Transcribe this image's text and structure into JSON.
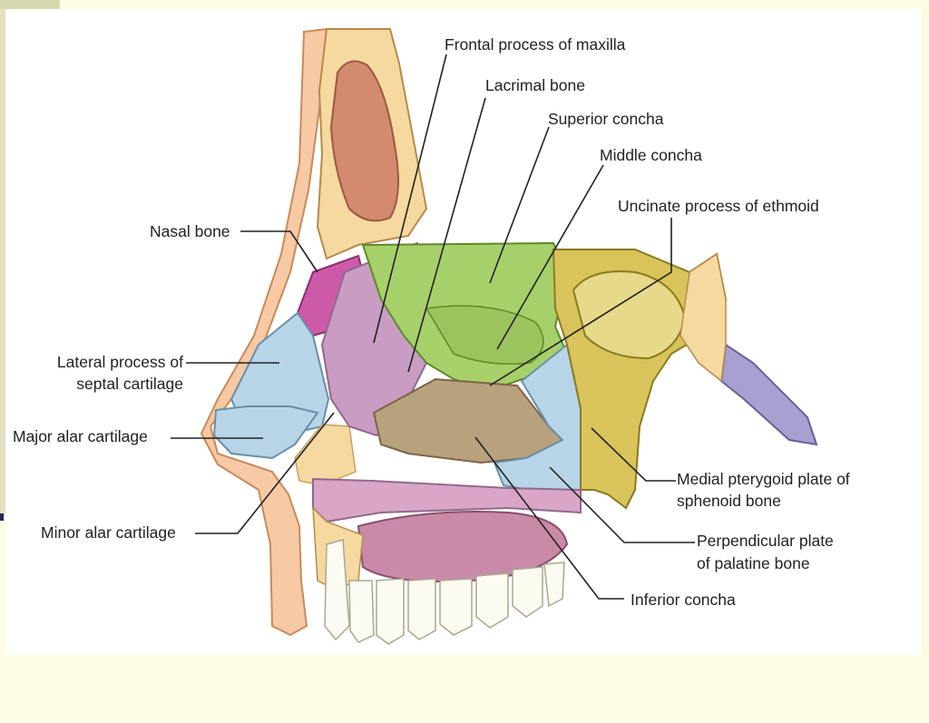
{
  "labels": {
    "frontal_process": "Frontal process of maxilla",
    "lacrimal_bone": "Lacrimal bone",
    "superior_concha": "Superior concha",
    "middle_concha": "Middle concha",
    "uncinate_process": "Uncinate process of ethmoid",
    "nasal_bone": "Nasal bone",
    "lateral_process_1": "Lateral process of",
    "lateral_process_2": "septal cartilage",
    "major_alar": "Major alar cartilage",
    "minor_alar": "Minor alar cartilage",
    "medial_pterygoid_1": "Medial pterygoid plate of",
    "medial_pterygoid_2": "sphenoid bone",
    "perpendicular_plate_1": "Perpendicular plate",
    "perpendicular_plate_2": "of palatine bone",
    "inferior_concha": "Inferior concha"
  },
  "colors": {
    "skin": "#f7c9a4",
    "bone": "#f5d9a0",
    "ethmoid_green": "#a7d06a",
    "lacrimal_lilac": "#c99cc4",
    "nasal_magenta": "#cc5aa8",
    "cartilage_blue": "#b7d5e7",
    "inferior_concha_tan": "#b8a17d",
    "sphenoid_yellow": "#d8c45a",
    "pterygoid_purple": "#a8a0d0",
    "palate_pink": "#d9a6c8",
    "teeth": "#fbfbf2"
  }
}
